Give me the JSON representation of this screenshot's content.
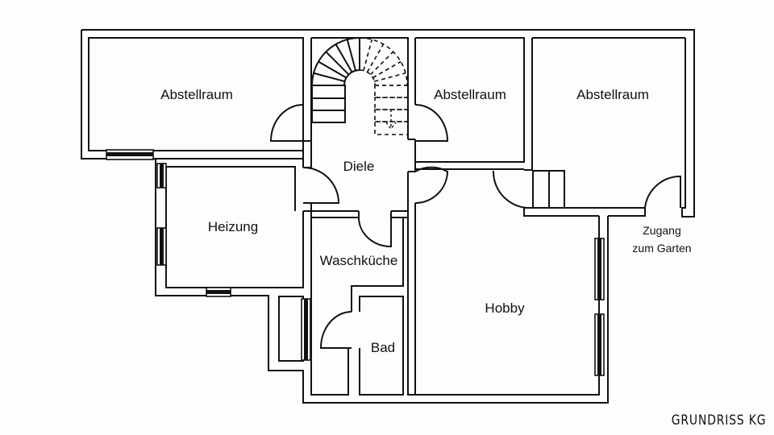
{
  "title": "Grundriss KG",
  "brand_label": "GRUNDRISS KG",
  "rooms": {
    "abstellraum_left": "Abstellraum",
    "abstellraum_middle": "Abstellraum",
    "abstellraum_right": "Abstellraum",
    "diele": "Diele",
    "heizung": "Heizung",
    "waschkueche": "Waschküche",
    "bad": "Bad",
    "hobby": "Hobby"
  },
  "annotations": {
    "garden_access_line1": "Zugang",
    "garden_access_line2": "zum Garten"
  },
  "colors": {
    "line": "#111111",
    "background": "#fdfdfd"
  }
}
